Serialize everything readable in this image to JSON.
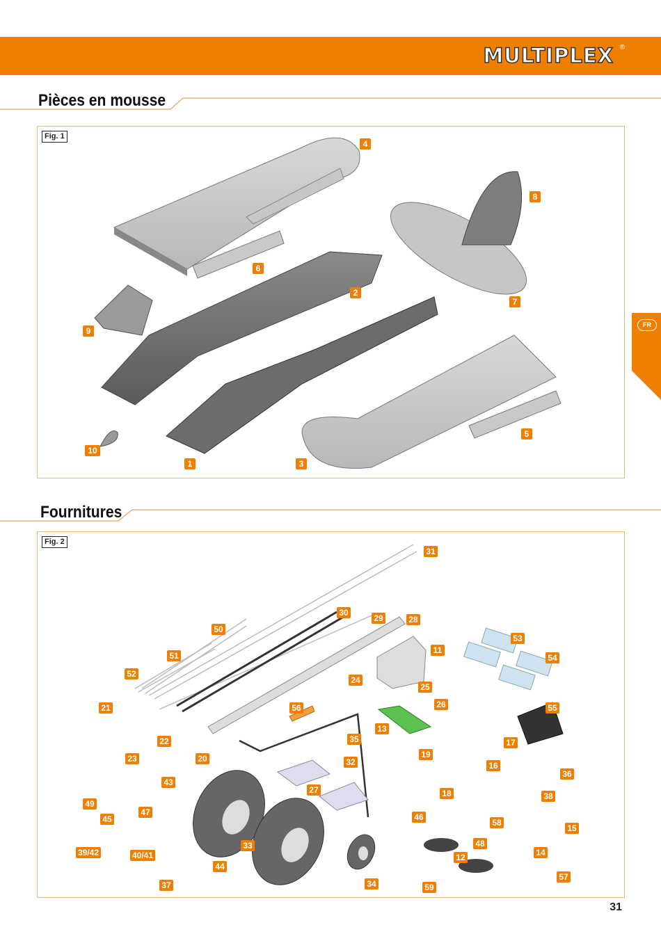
{
  "header": {
    "brand": "MULTIPLEX",
    "registered": "®",
    "brand_color": "#ee7f00"
  },
  "sections": {
    "foam": {
      "title": "Pièces en mousse",
      "figure_label": "Fig. 1"
    },
    "supplies": {
      "title": "Fournitures",
      "figure_label": "Fig. 2"
    }
  },
  "side_tab": {
    "language": "FR"
  },
  "footer": {
    "page_number": "31"
  },
  "fig1_callouts": [
    "1",
    "2",
    "3",
    "4",
    "5",
    "6",
    "7",
    "8",
    "9",
    "10"
  ],
  "fig2_callouts": [
    "11",
    "12",
    "13",
    "14",
    "15",
    "16",
    "17",
    "18",
    "19",
    "20",
    "21",
    "22",
    "23",
    "24",
    "25",
    "26",
    "27",
    "28",
    "29",
    "30",
    "31",
    "32",
    "33",
    "34",
    "35",
    "36",
    "37",
    "38",
    "39/42",
    "40/41",
    "43",
    "44",
    "45",
    "46",
    "47",
    "48",
    "49",
    "50",
    "51",
    "52",
    "53",
    "54",
    "55",
    "56",
    "57",
    "58",
    "59"
  ]
}
